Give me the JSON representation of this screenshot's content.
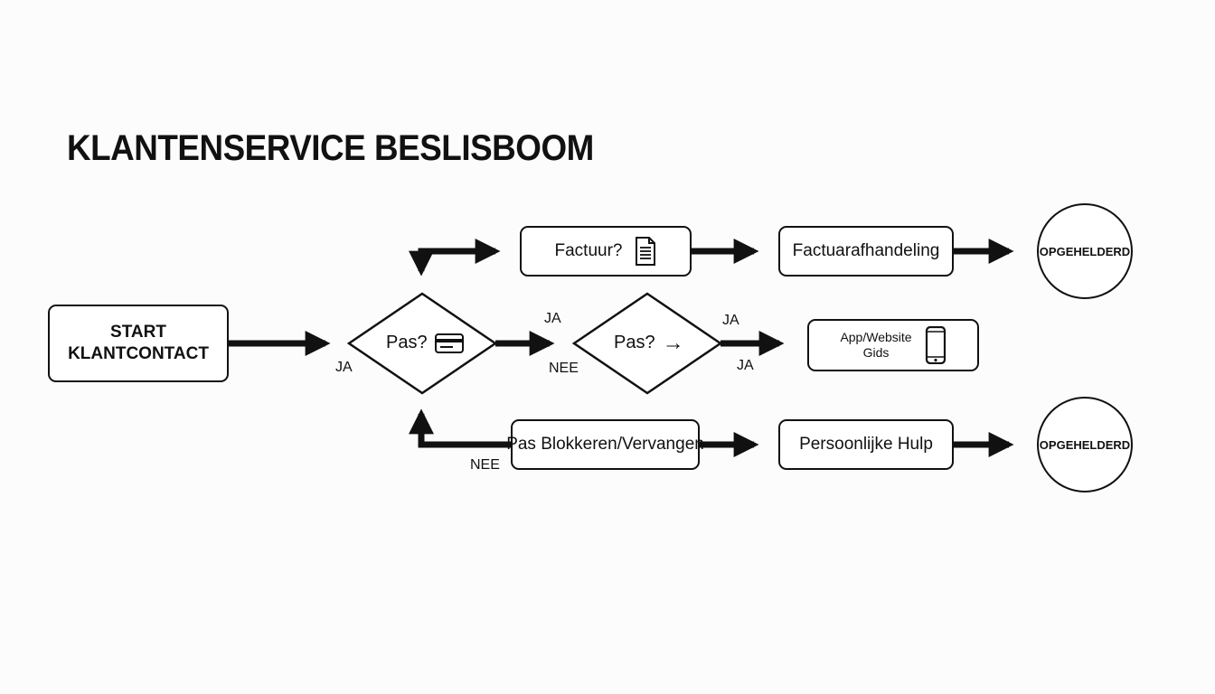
{
  "title": "KLANTENSERVICE BESLISBOOM",
  "nodes": {
    "start": {
      "line1": "START",
      "line2": "KLANTCONTACT"
    },
    "decision_pas_1": {
      "label": "Pas?",
      "icon": "credit-card-icon"
    },
    "decision_pas_2": {
      "label": "Pas?",
      "arrow": "→"
    },
    "factuur": {
      "label": "Factuur?",
      "icon": "document-icon"
    },
    "factuurafhandeling": {
      "label": "Factuarafhandeling"
    },
    "app_website": {
      "line1": "App/Website",
      "line2": "Gids",
      "icon": "smartphone-icon"
    },
    "pas_blokkeren": {
      "label": "Pas Blokkeren/Vervangen"
    },
    "persoonlijke_hulp": {
      "label": "Persoonlijke Hulp"
    },
    "end_top": {
      "label": "OPGEHELDERD"
    },
    "end_bottom": {
      "label": "OPGEHELDERD"
    }
  },
  "edge_labels": {
    "start_ja": "JA",
    "d1_nee": "NEE",
    "d1_to_d2_ja": "JA",
    "d1_to_d2_nee": "NEE",
    "d2_ja_top": "JA",
    "d2_ja_bottom": "JA"
  },
  "colors": {
    "ink": "#111111",
    "background": "#fcfcfc",
    "node_fill": "#ffffff"
  }
}
